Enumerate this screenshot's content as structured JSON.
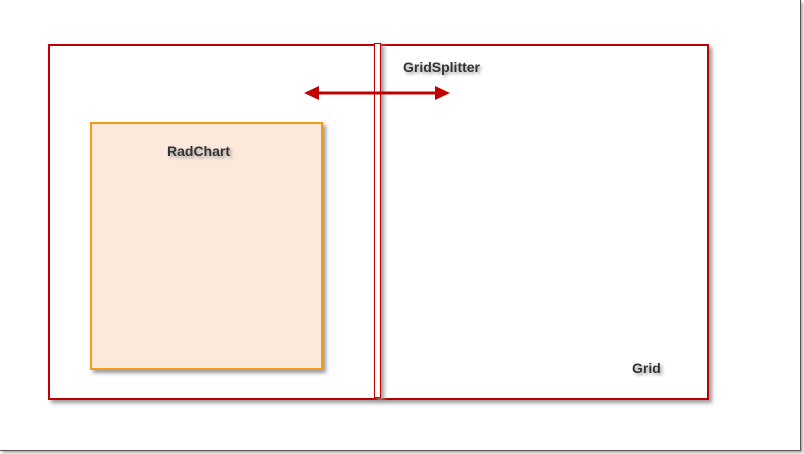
{
  "labels": {
    "grid": "Grid",
    "splitter": "GridSplitter",
    "chart": "RadChart"
  },
  "colors": {
    "grid_border": "#c00000",
    "chart_border": "#f59a1a",
    "chart_fill": "#fde9dc",
    "arrow": "#c00000"
  }
}
